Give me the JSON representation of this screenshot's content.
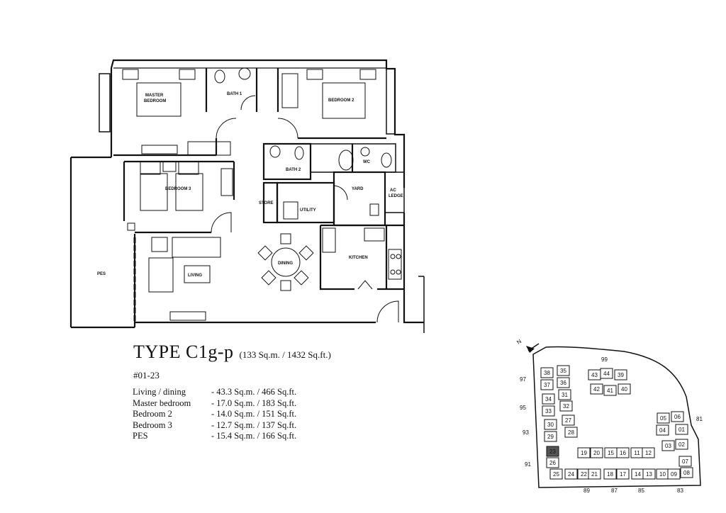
{
  "title": {
    "type_name": "TYPE C1g-p",
    "total_area": "(133 Sq.m. / 1432 Sq.ft.)",
    "unit_number": "#01-23"
  },
  "areas": [
    {
      "room": "Living / dining",
      "size": "- 43.3 Sq.m. / 466 Sq.ft."
    },
    {
      "room": "Master bedroom",
      "size": "- 17.0 Sq.m. / 183 Sq.ft."
    },
    {
      "room": "Bedroom 2",
      "size": "- 14.0 Sq.m. / 151 Sq.ft."
    },
    {
      "room": "Bedroom 3",
      "size": "- 12.7 Sq.m. / 137 Sq.ft."
    },
    {
      "room": "PES",
      "size": "- 15.4 Sq.m. / 166 Sq.ft."
    }
  ],
  "floor_plan": {
    "room_labels": {
      "master_bedroom": [
        "MASTER",
        "BEDROOM"
      ],
      "bath_1": "BATH 1",
      "bedroom_2": "BEDROOM 2",
      "bath_2": "BATH 2",
      "wc": "WC",
      "bedroom_3": "BEDROOM 3",
      "store": "STORE",
      "utility": "UTILITY",
      "yard": "YARD",
      "ac_ledge": [
        "AC",
        "LEDGE"
      ],
      "pes": "PES",
      "living": "LIVING",
      "dining": "DINING",
      "kitchen": "KITCHEN"
    }
  },
  "site_plan": {
    "north_marker": "N",
    "highlighted_unit": "23",
    "units": [
      "38",
      "35",
      "37",
      "36",
      "34",
      "31",
      "33",
      "32",
      "30",
      "27",
      "29",
      "28",
      "23",
      "26",
      "25",
      "24",
      "22",
      "21",
      "19",
      "20",
      "15",
      "16",
      "11",
      "12",
      "18",
      "17",
      "14",
      "13",
      "10",
      "09",
      "08",
      "07",
      "03",
      "02",
      "05",
      "06",
      "04",
      "01",
      "43",
      "44",
      "39",
      "42",
      "41",
      "40"
    ],
    "roads": [
      "99",
      "97",
      "95",
      "93",
      "91",
      "89",
      "87",
      "85",
      "83",
      "81"
    ]
  }
}
